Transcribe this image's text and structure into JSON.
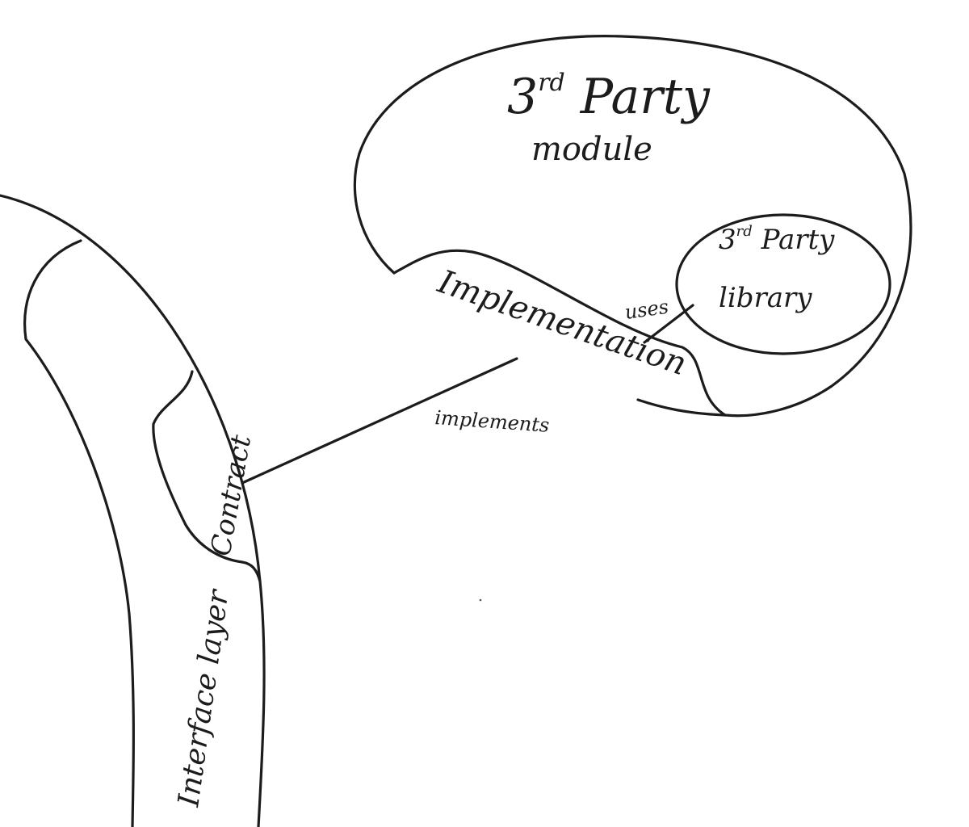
{
  "diagram": {
    "module": {
      "title_main": "3",
      "title_sup": "rd",
      "title_rest": " Party",
      "subtitle": "module"
    },
    "library": {
      "line1_main": "3",
      "line1_sup": "rd",
      "line1_rest": " Party",
      "line2": "library"
    },
    "implementation_label": "Implementation",
    "contract_label": "Contract",
    "interface_layer_label": "Interface layer",
    "edges": {
      "uses": "uses",
      "implements": "implements"
    }
  }
}
